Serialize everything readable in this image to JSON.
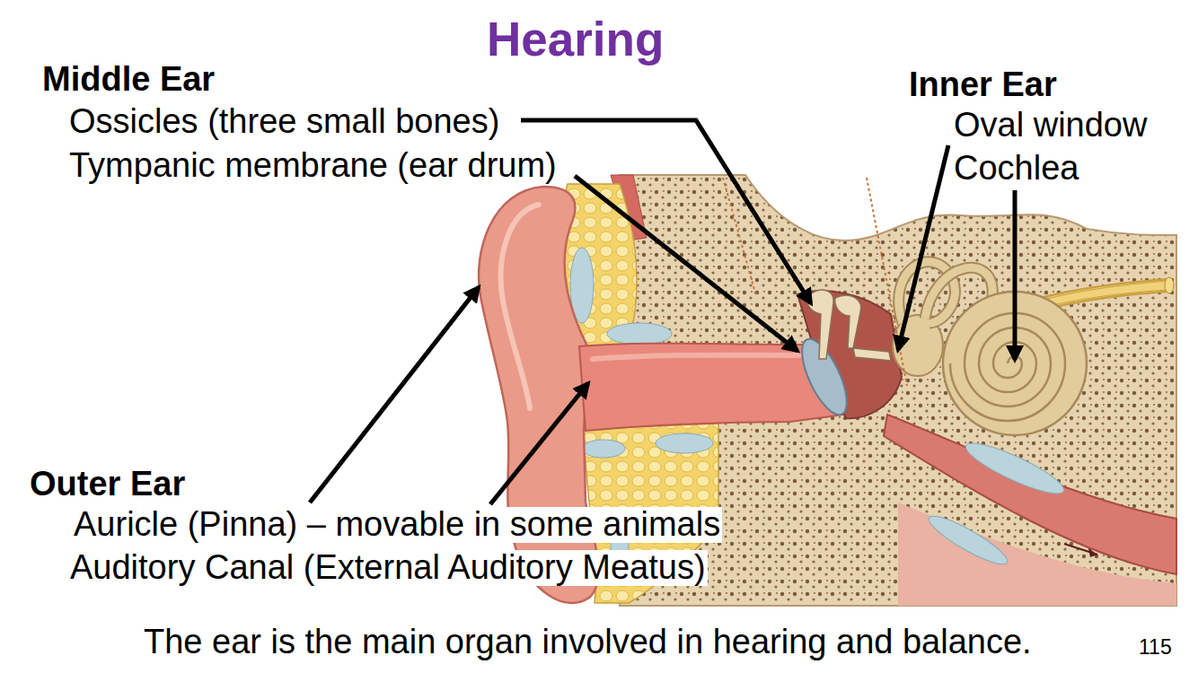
{
  "diagram": {
    "title": "Hearing",
    "caption": "The ear is the main organ involved in hearing and balance.",
    "labels": [
      "Middle Ear",
      "Ossicles (three small bones)",
      "Tympanic membrane (ear drum)",
      "Inner Ear",
      "Oval window",
      "Cochlea",
      "Outer Ear",
      "Auricle (Pinna) – movable in some animals",
      "Auditory Canal (External Auditory Meatus)",
      "115"
    ]
  }
}
